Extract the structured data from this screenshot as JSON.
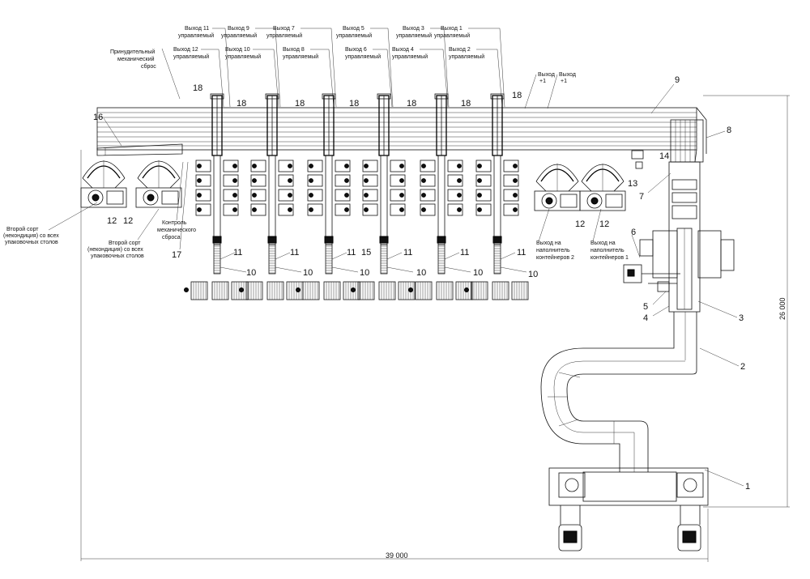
{
  "outputs": [
    {
      "id": "out11",
      "name": "Выход 11",
      "mode": "управляемый"
    },
    {
      "id": "out9",
      "name": "Выход 9",
      "mode": "управляемый"
    },
    {
      "id": "out7",
      "name": "Выход 7",
      "mode": "управляемый"
    },
    {
      "id": "out5",
      "name": "Выход 5",
      "mode": "управляемый"
    },
    {
      "id": "out3",
      "name": "Выход 3",
      "mode": "управляемый"
    },
    {
      "id": "out1",
      "name": "Выход 1",
      "mode": "управляемый"
    },
    {
      "id": "out12",
      "name": "Выход 12",
      "mode": "управляемый"
    },
    {
      "id": "out10",
      "name": "Выход 10",
      "mode": "управляемый"
    },
    {
      "id": "out8",
      "name": "Выход 8",
      "mode": "управляемый"
    },
    {
      "id": "out6",
      "name": "Выход 6",
      "mode": "управляемый"
    },
    {
      "id": "out4",
      "name": "Выход 4",
      "mode": "управляемый"
    },
    {
      "id": "out2",
      "name": "Выход 2",
      "mode": "управляемый"
    }
  ],
  "labels": {
    "forced_reset_1": "Принудительный",
    "forced_reset_2": "механический",
    "forced_reset_3": "сброс",
    "exit_plus1_a_1": "Выход",
    "exit_plus1_a_2": "+1",
    "exit_plus1_b_1": "Выход",
    "exit_plus1_b_2": "+1",
    "second_grade_a_1": "Второй сорт",
    "second_grade_a_2": "(некондиция) со всех",
    "second_grade_a_3": "упаковочных столов",
    "second_grade_b_1": "Второй сорт",
    "second_grade_b_2": "(некондиция) со всех",
    "second_grade_b_3": "упаковочных столов",
    "control_reset_1": "Контроль",
    "control_reset_2": "механического",
    "control_reset_3": "сброса",
    "filler2_1": "Выход на",
    "filler2_2": "наполнитель",
    "filler2_3": "контейнеров 2",
    "filler1_1": "Выход на",
    "filler1_2": "наполнитель",
    "filler1_3": "контейнеров 1"
  },
  "callouts": {
    "n1": "1",
    "n2": "2",
    "n3": "3",
    "n4": "4",
    "n5": "5",
    "n6": "6",
    "n7": "7",
    "n8": "8",
    "n9": "9",
    "n10": "10",
    "n11": "11",
    "n12": "12",
    "n13": "13",
    "n14": "14",
    "n15": "15",
    "n16": "16",
    "n17": "17",
    "n18": "18"
  },
  "dimensions": {
    "width": "39 000",
    "height": "26 000"
  }
}
